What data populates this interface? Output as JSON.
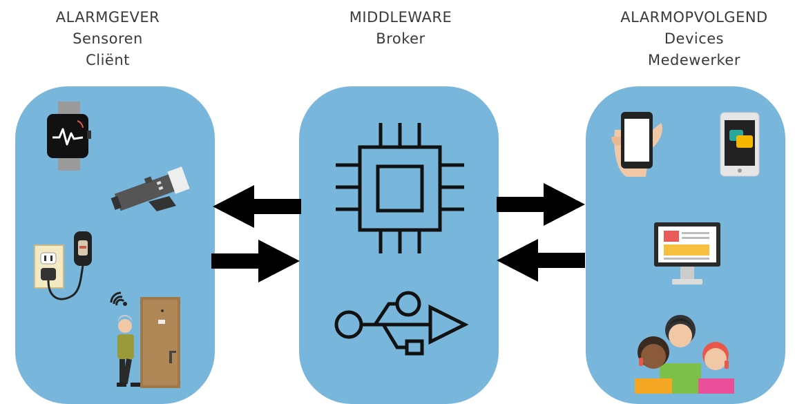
{
  "columns": [
    {
      "lines": [
        "ALARMGEVER",
        "Sensoren",
        "Cliënt"
      ]
    },
    {
      "lines": [
        "MIDDLEWARE",
        "Broker"
      ]
    },
    {
      "lines": [
        "ALARMOPVOLGEND",
        "Devices",
        "Medewerker"
      ]
    }
  ],
  "colors": {
    "panel": "#78b6dc",
    "arrow": "#000000",
    "title_text": "#3a3a3a"
  },
  "icons": {
    "left": [
      "smartwatch-icon",
      "security-camera-icon",
      "power-outlet-sensor-icon",
      "elderly-person-door-icon"
    ],
    "middle": [
      "microchip-icon",
      "usb-icon"
    ],
    "right": [
      "smartphone-hand-icon",
      "smartphone-chat-icon",
      "desktop-monitor-icon",
      "call-center-team-icon"
    ]
  }
}
